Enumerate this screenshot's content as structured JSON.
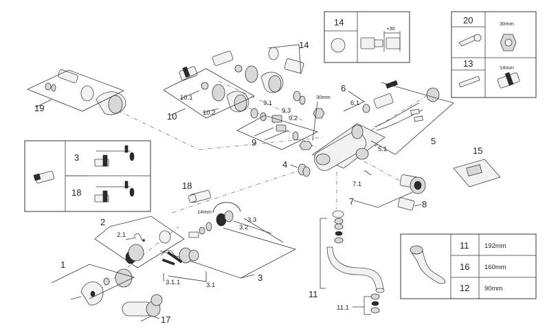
{
  "labels": {
    "p1": "1",
    "p2": "2",
    "p2_1": "2.1",
    "p3": "3",
    "p3_1": "3.1",
    "p3_1_1": "3.1.1",
    "p3_2": "3.2",
    "p3_3": "3.3",
    "p4": "4",
    "p5": "5",
    "p5_1": "5.1",
    "p6": "6",
    "p6_1": "6.1",
    "p7": "7",
    "p7_1": "7.1",
    "p8": "8",
    "p9": "9",
    "p9_1": "9.1",
    "p9_2": "9.2",
    "p9_3": "9.3",
    "p10": "10",
    "p10_1": "10.1",
    "p10_2": "10.2",
    "p11": "11",
    "p11_1": "11.1",
    "p14": "14",
    "p15": "15",
    "p17": "17",
    "p18": "18",
    "p19": "19",
    "dim_30mm": "30mm",
    "dim_14mm": "14mm"
  },
  "box_14": {
    "number": "14",
    "dimension": "+30"
  },
  "box_tools": {
    "row1": {
      "number": "20",
      "size": "30mm"
    },
    "row2": {
      "number": "13",
      "size": "14mm"
    }
  },
  "box_3_18": {
    "row1": "3",
    "row2": "18"
  },
  "spout_table": {
    "rows": [
      {
        "number": "11",
        "length": "192mm"
      },
      {
        "number": "16",
        "length": "160mm"
      },
      {
        "number": "12",
        "length": "90mm"
      }
    ]
  }
}
